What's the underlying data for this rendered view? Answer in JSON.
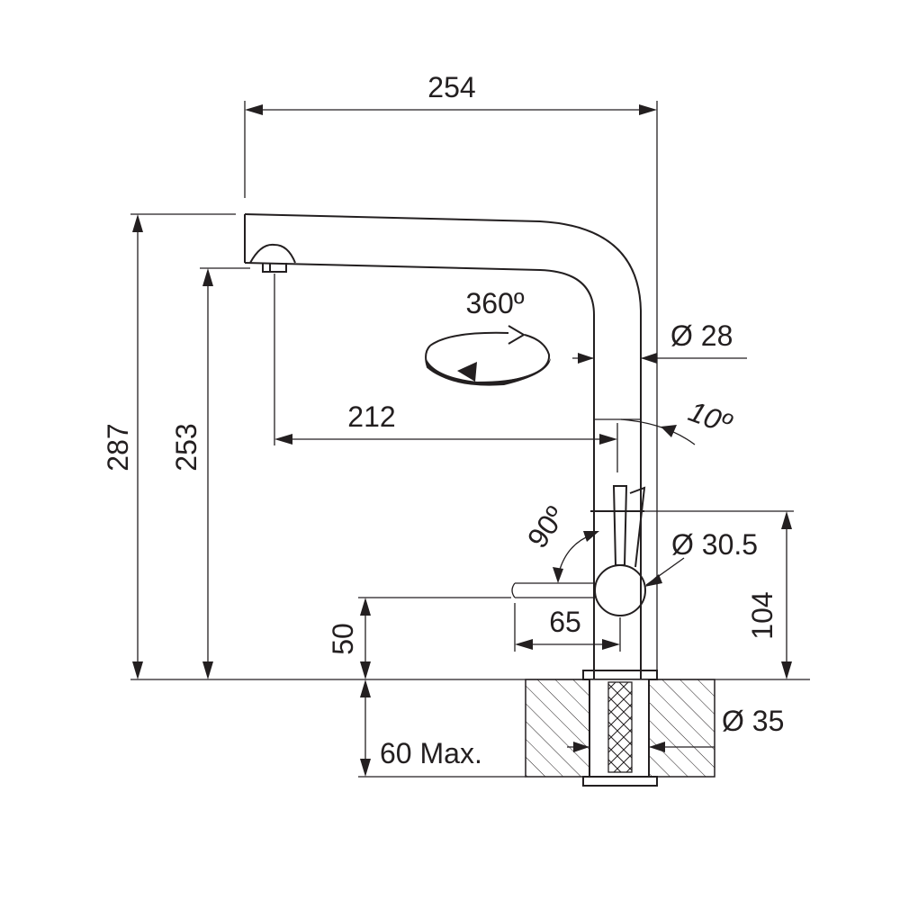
{
  "dimensions": {
    "spout_reach_total": "254",
    "total_height": "287",
    "spout_height": "253",
    "spout_reach": "212",
    "rotation": "360º",
    "spout_diameter": "Ø 28",
    "lever_tilt": "10º",
    "lever_rotation": "90º",
    "body_diameter": "Ø 30.5",
    "body_height": "104",
    "lever_clearance": "50",
    "lever_reach": "65",
    "hole_diameter": "Ø 35",
    "max_thickness": "60 Max."
  },
  "colors": {
    "line": "#231f20",
    "background": "#ffffff"
  }
}
